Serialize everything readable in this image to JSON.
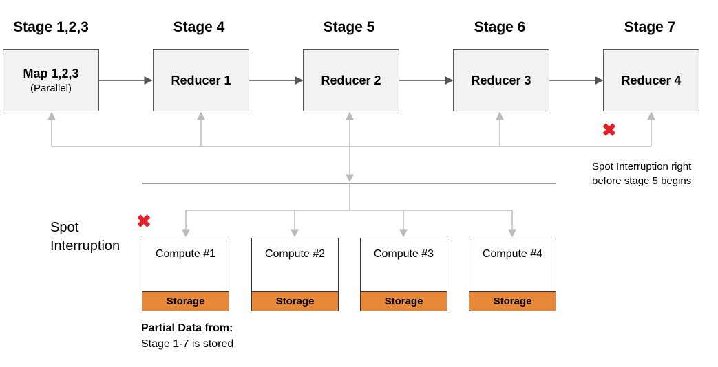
{
  "stages": [
    {
      "title": "Stage 1,2,3",
      "box_title": "Map 1,2,3",
      "box_sub": "(Parallel)"
    },
    {
      "title": "Stage 4",
      "box_title": "Reducer 1",
      "box_sub": ""
    },
    {
      "title": "Stage 5",
      "box_title": "Reducer 2",
      "box_sub": ""
    },
    {
      "title": "Stage 6",
      "box_title": "Reducer 3",
      "box_sub": ""
    },
    {
      "title": "Stage 7",
      "box_title": "Reducer 4",
      "box_sub": ""
    }
  ],
  "computes": [
    {
      "label": "Compute #1",
      "storage": "Storage"
    },
    {
      "label": "Compute #2",
      "storage": "Storage"
    },
    {
      "label": "Compute #3",
      "storage": "Storage"
    },
    {
      "label": "Compute #4",
      "storage": "Storage"
    }
  ],
  "spot_interruption": {
    "line1": "Spot",
    "line2": "Interruption"
  },
  "right_note": {
    "line1": "Spot Interruption right",
    "line2": "before stage 5 begins"
  },
  "partial_note": {
    "bold": "Partial Data from:",
    "rest": " Stage 1-7 is stored"
  },
  "colors": {
    "mark": "#e3202a",
    "storage": "#e8893a",
    "box": "#f2f2f2"
  }
}
